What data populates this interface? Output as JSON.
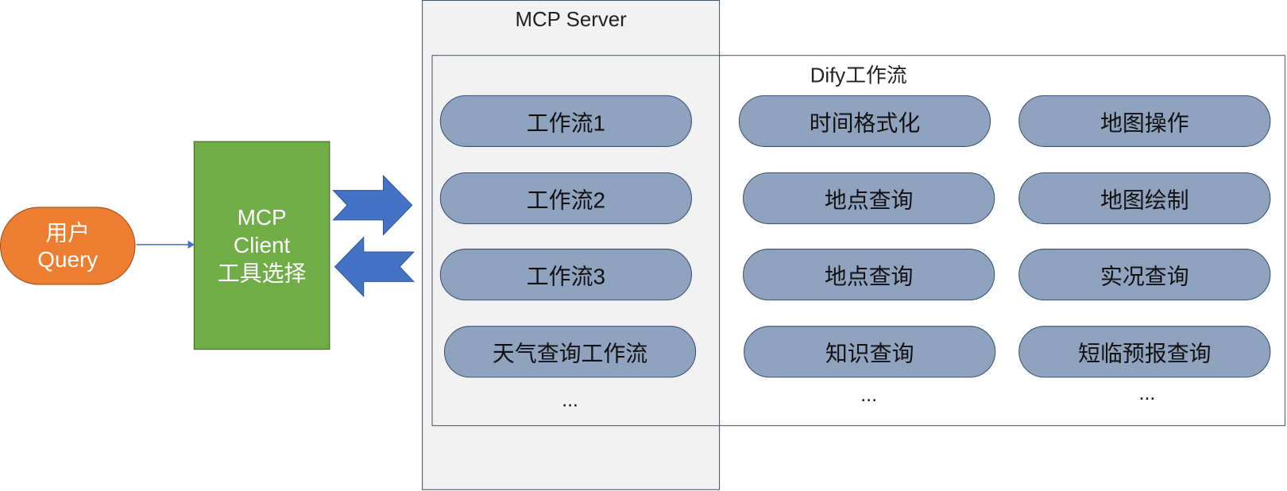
{
  "user": {
    "line1": "用户",
    "line2": "Query"
  },
  "client": {
    "line1": "MCP",
    "line2": "Client",
    "line3": "工具选择"
  },
  "server": {
    "title": "MCP Server"
  },
  "dify": {
    "title": "Dify工作流"
  },
  "columns": [
    {
      "items": [
        "工作流1",
        "工作流2",
        "工作流3",
        "天气查询工作流"
      ],
      "more": "..."
    },
    {
      "items": [
        "时间格式化",
        "地点查询",
        "地点查询",
        "知识查询"
      ],
      "more": "..."
    },
    {
      "items": [
        "地图操作",
        "地图绘制",
        "实况查询",
        "短临预报查询"
      ],
      "more": "..."
    }
  ],
  "colors": {
    "user": "#ED7D31",
    "client": "#70AD47",
    "arrows": "#4472C4",
    "pill": "#8FA2BE",
    "server_bg": "#F2F2F2"
  }
}
